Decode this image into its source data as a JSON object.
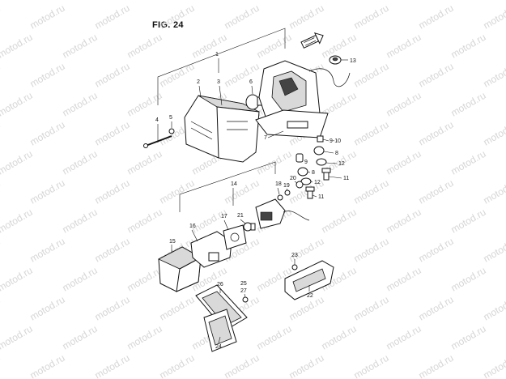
{
  "figure": {
    "title": "FIG. 24"
  },
  "watermark": {
    "text": "motod.ru"
  },
  "callouts": {
    "c1": "1",
    "c2": "2",
    "c3": "3",
    "c4": "4",
    "c5": "5",
    "c6": "6",
    "c7": "7",
    "c8a": "8",
    "c8b": "8",
    "c9": "9",
    "c9_10": "9-10",
    "c11a": "11",
    "c11b": "11",
    "c12a": "12",
    "c12b": "12",
    "c13": "13",
    "c14": "14",
    "c15": "15",
    "c16": "16",
    "c17": "17",
    "c18": "18",
    "c19": "19",
    "c20": "20",
    "c21": "21",
    "c22": "22",
    "c23": "23",
    "c24": "24",
    "c25": "25",
    "c26": "26",
    "c27": "27"
  },
  "icons": {
    "front_arrow": "front-direction-arrow"
  }
}
